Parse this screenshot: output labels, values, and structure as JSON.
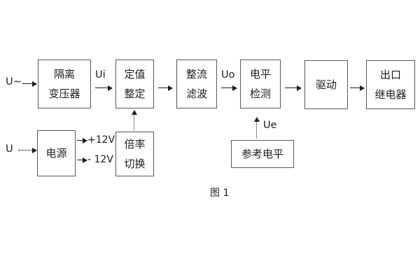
{
  "figure": {
    "caption": "图 1",
    "stroke_color": "#58585a",
    "arrow_color": "#1d1d1f",
    "background": "#ffffff"
  },
  "signals": {
    "input_ac": "U~",
    "input_dc": "U",
    "ui": "Ui",
    "uo": "Uo",
    "ue": "Ue",
    "rail_pos": "+12V",
    "rail_neg": "- 12V"
  },
  "blocks": {
    "isolation_transformer": {
      "line1": "隔离",
      "line2": "变压器"
    },
    "setting_value": {
      "line1": "定值",
      "line2": "整定"
    },
    "rectify_filter": {
      "line1": "整流",
      "line2": "滤波"
    },
    "level_detect": {
      "line1": "电平",
      "line2": "检测"
    },
    "drive": {
      "line1": "驱动"
    },
    "output_relay": {
      "line1": "出口",
      "line2": "继电器"
    },
    "power_supply": {
      "line1": "电源"
    },
    "ratio_switch": {
      "line1": "倍率",
      "line2": "切换"
    },
    "reference_level": {
      "line1": "参考电平"
    }
  }
}
